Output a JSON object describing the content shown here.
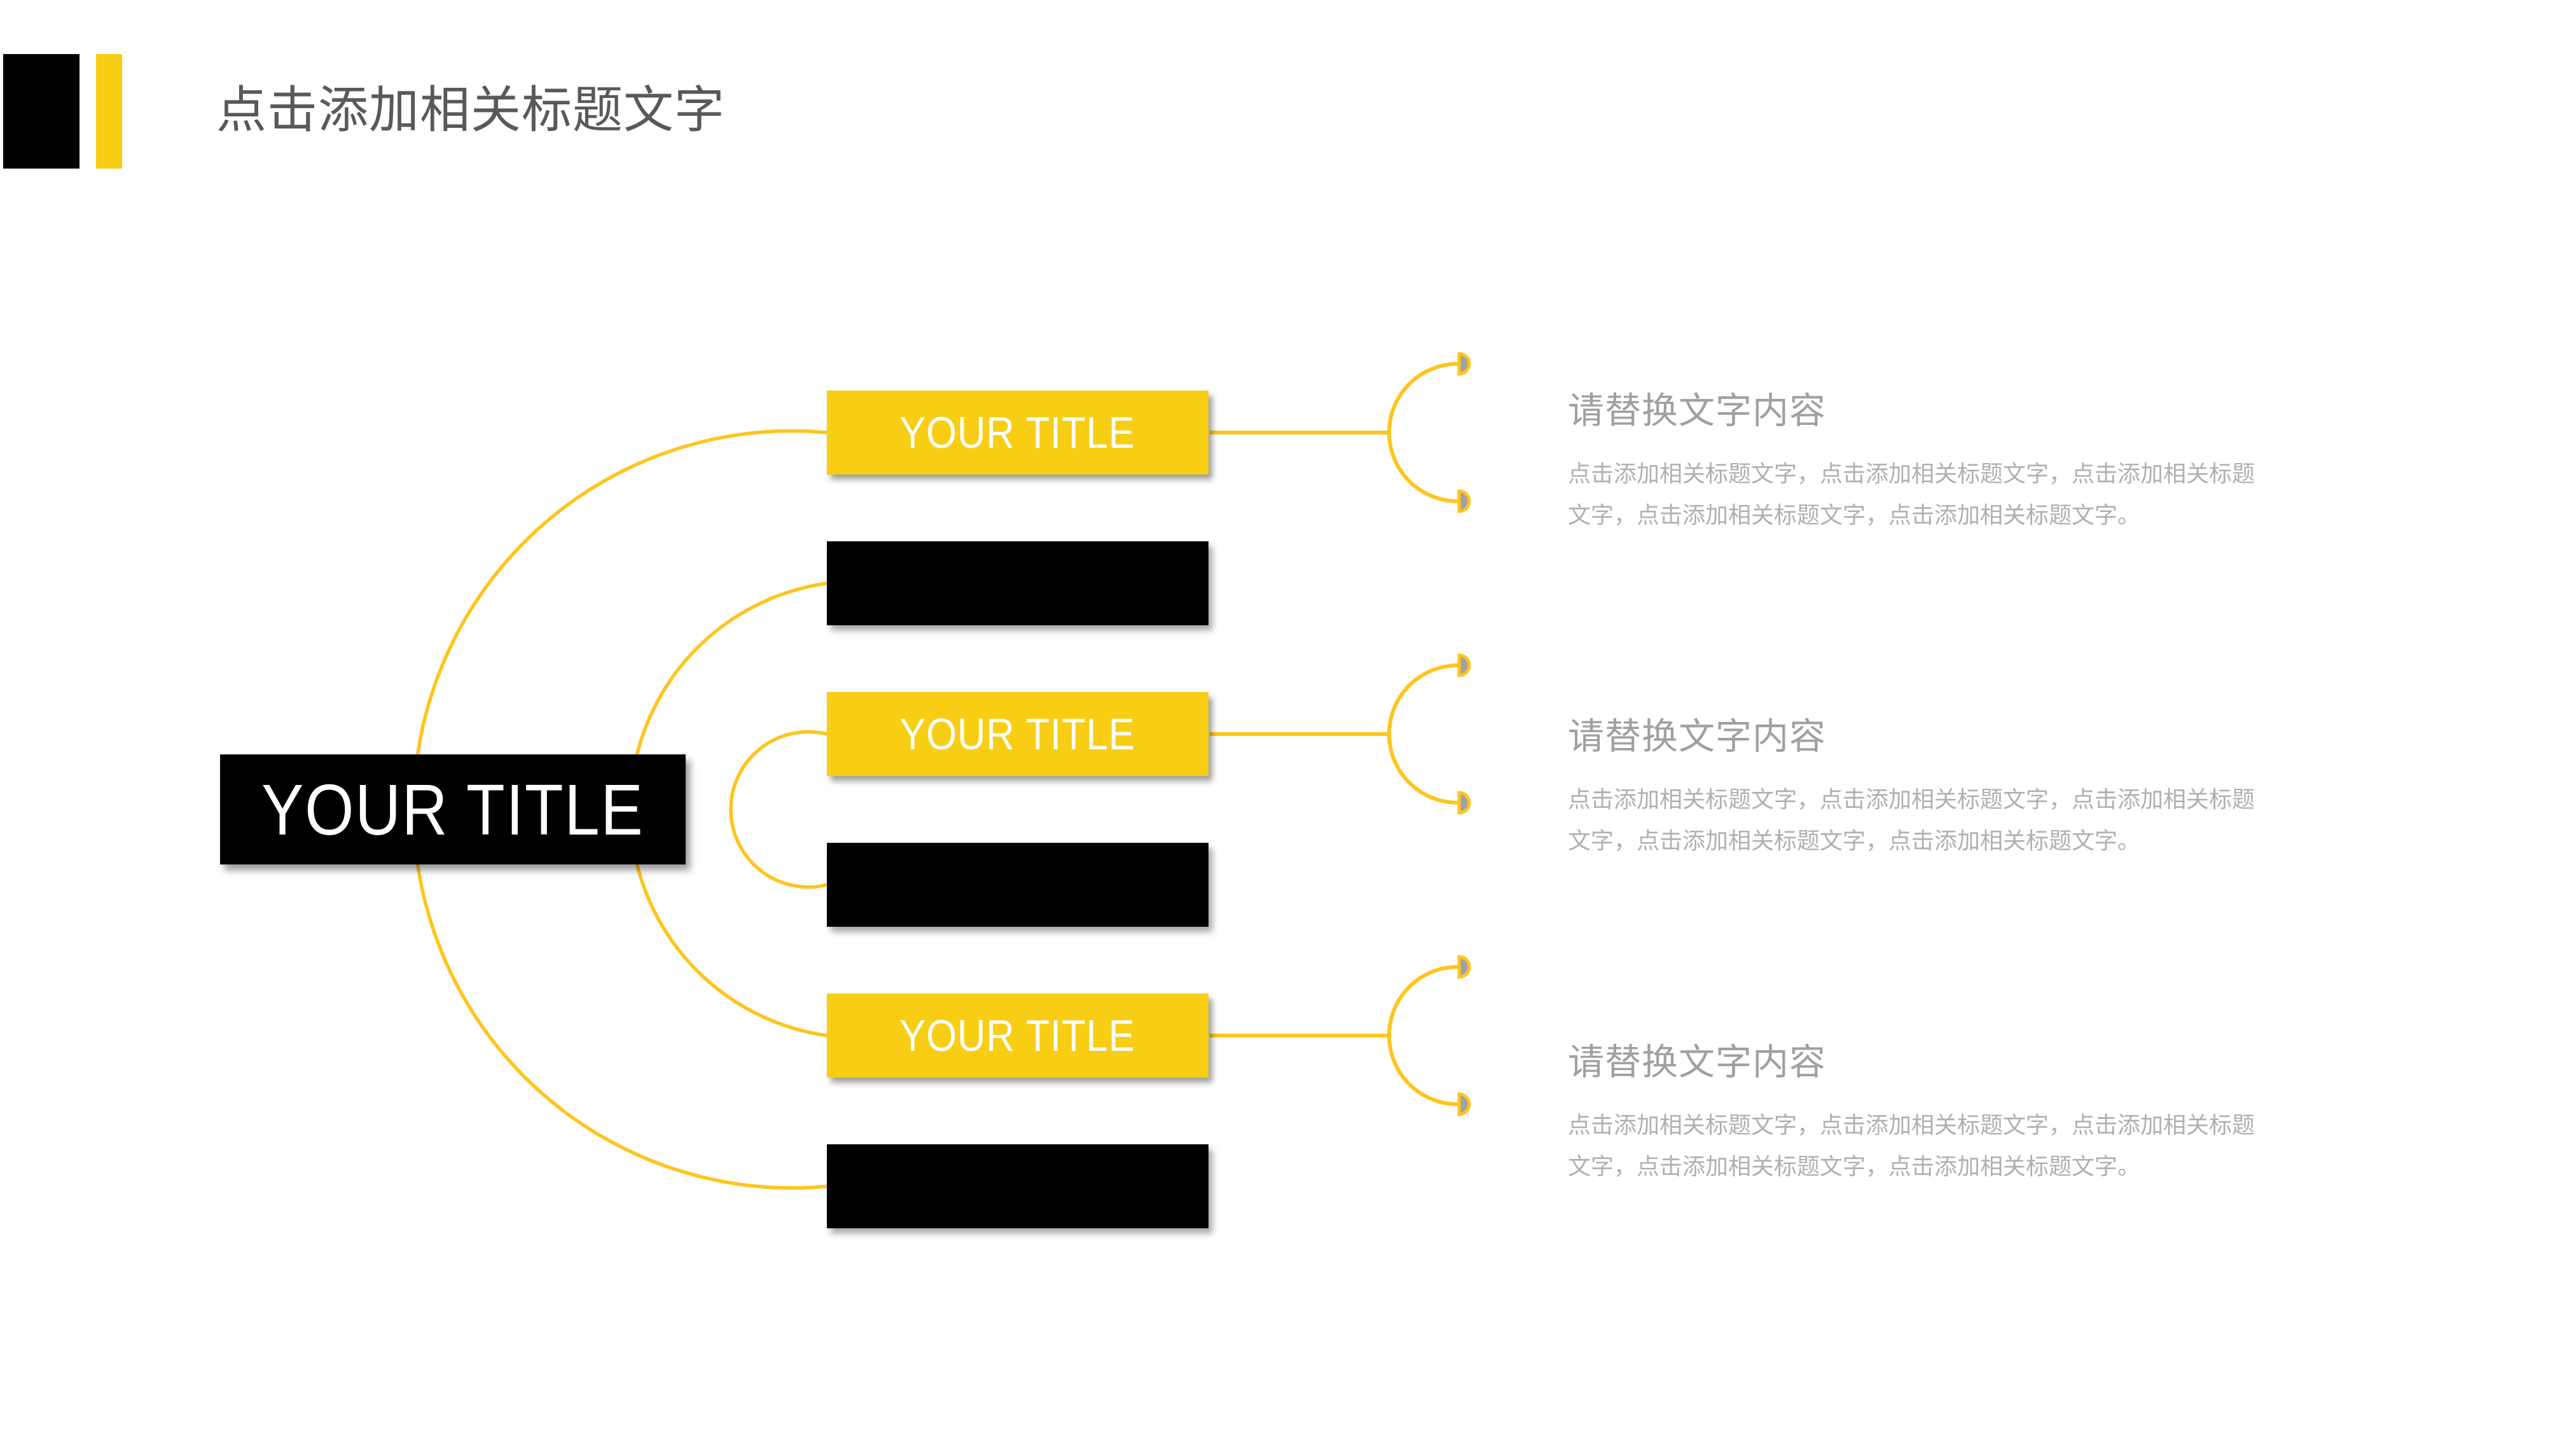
{
  "slide": {
    "title": "点击添加相关标题文字"
  },
  "colors": {
    "box_yellow": "#F7CE13",
    "line_yellow": "#FFC51E",
    "box_black": "#000000",
    "title_gray": "#595959",
    "heading_gray": "#A0A0A0",
    "body_gray": "#B0B0B0",
    "marker_gray": "#9FA2A6",
    "background": "#FFFFFF"
  },
  "center_box": {
    "label": "YOUR TITLE"
  },
  "branch_boxes": [
    {
      "label": "YOUR TITLE",
      "variant": "yellow"
    },
    {
      "label": "",
      "variant": "black"
    },
    {
      "label": "YOUR TITLE",
      "variant": "yellow"
    },
    {
      "label": "",
      "variant": "black"
    },
    {
      "label": "YOUR TITLE",
      "variant": "yellow"
    },
    {
      "label": "",
      "variant": "black"
    }
  ],
  "detail_groups": [
    {
      "heading": "请替换文字内容",
      "body_line1": "点击添加相关标题文字，点击添加相关标题文字，点击添加相关标题",
      "body_line2": "文字，点击添加相关标题文字，点击添加相关标题文字。"
    },
    {
      "heading": "请替换文字内容",
      "body_line1": "点击添加相关标题文字，点击添加相关标题文字，点击添加相关标题",
      "body_line2": "文字，点击添加相关标题文字，点击添加相关标题文字。"
    },
    {
      "heading": "请替换文字内容",
      "body_line1": "点击添加相关标题文字，点击添加相关标题文字，点击添加相关标题",
      "body_line2": "文字，点击添加相关标题文字，点击添加相关标题文字。"
    }
  ]
}
